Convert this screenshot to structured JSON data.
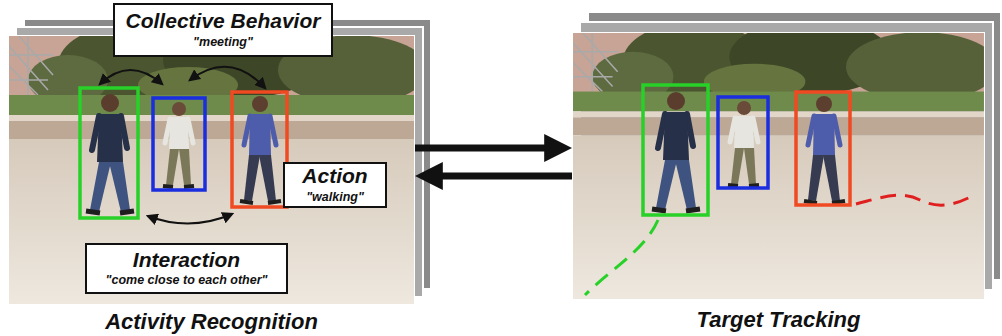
{
  "diagram": {
    "nodes": [
      {
        "text": [
          "Activity Recognition"
        ]
      },
      {
        "text": [
          "Collective Behavior",
          "\"meeting\""
        ],
        "in": 0
      },
      {
        "text": [
          "Action",
          "\"walking\""
        ],
        "in": 0
      },
      {
        "text": [
          "Interaction",
          "\"come close to each other\""
        ],
        "in": 0
      },
      {
        "text": [
          "Target Tracking"
        ]
      }
    ],
    "edges": [
      {
        "from": 0,
        "to": 4,
        "arrow": "to"
      },
      {
        "from": 4,
        "to": 0,
        "arrow": "to"
      }
    ]
  }
}
